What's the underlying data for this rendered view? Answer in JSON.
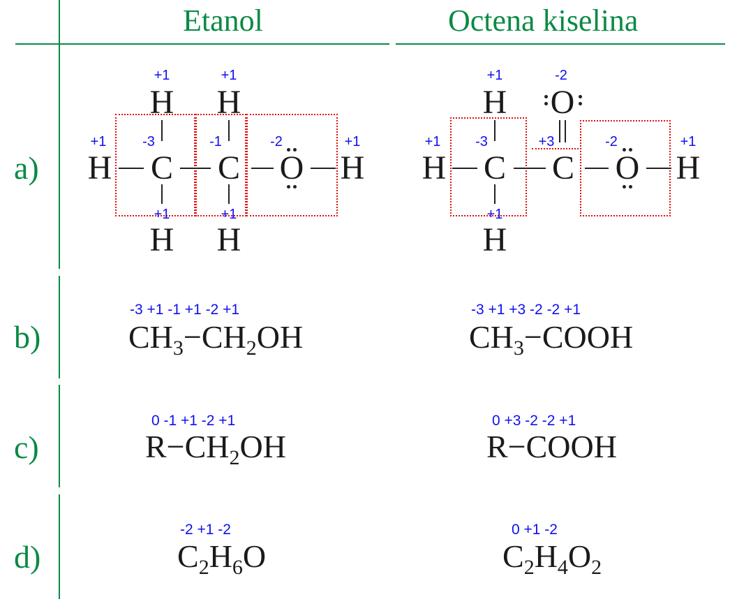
{
  "headers": {
    "left": "Etanol",
    "right": "Octena kiselina"
  },
  "rows": {
    "a": "a)",
    "b": "b)",
    "c": "c)",
    "d": "d)"
  },
  "atoms": {
    "H": "H",
    "C": "C",
    "O": "O"
  },
  "ethanol_structure": {
    "h_top1_ox": "+1",
    "h_top2_ox": "+1",
    "h_left_ox": "+1",
    "c1_ox": "-3",
    "c2_ox": "-1",
    "o_ox": "-2",
    "h_right_ox": "+1",
    "h_bottom1_ox": "+1",
    "h_bottom2_ox": "+1"
  },
  "acid_structure": {
    "h_top_ox": "+1",
    "o_top_ox": "-2",
    "h_left_ox": "+1",
    "c1_ox": "-3",
    "c2_ox": "+3",
    "o_ox": "-2",
    "h_right_ox": "+1",
    "h_bottom_ox": "+1"
  },
  "row_b": {
    "ethanol_ox": "-3 +1      -1 +1   -2 +1",
    "acid_ox": "-3 +1      +3 -2  -2 +1",
    "ethanol": {
      "p1": "CH",
      "s1": "3",
      "p2": "−CH",
      "s2": "2",
      "p3": "OH"
    },
    "acid": {
      "p1": "CH",
      "s1": "3",
      "p2": "−COOH"
    }
  },
  "row_c": {
    "ethanol_ox": "0      -1 +1   -2 +1",
    "acid_ox": "0       +3 -2  -2 +1",
    "ethanol": {
      "p1": "R−CH",
      "s1": "2",
      "p2": "OH"
    },
    "acid": {
      "p1": "R−COOH"
    }
  },
  "row_d": {
    "ethanol_ox": "-2   +1   -2",
    "acid_ox": "0   +1   -2",
    "ethanol": {
      "p1": "C",
      "s1": "2",
      "p2": "H",
      "s2": "6",
      "p3": "O"
    },
    "acid": {
      "p1": "C",
      "s1": "2",
      "p2": "H",
      "s2": "4",
      "p3": "O",
      "s3": "2"
    }
  },
  "colors": {
    "green": "#0a8a45",
    "blue": "#1010ee",
    "red": "#e01010"
  }
}
